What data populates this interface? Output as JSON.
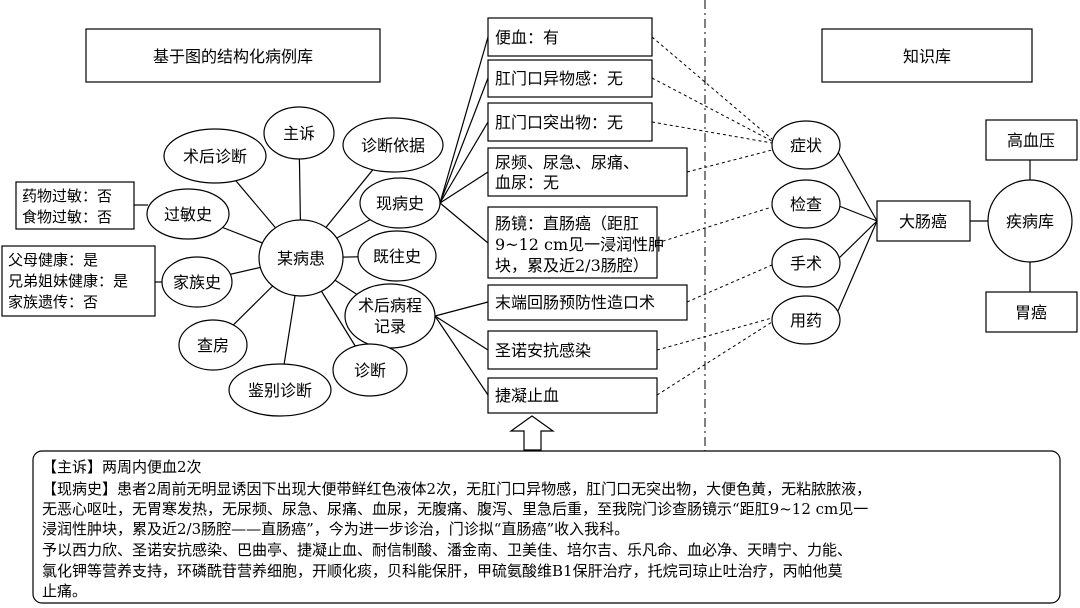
{
  "left_title": "基于图的结构化病例库",
  "right_title": "知识库",
  "center_node": "某病患",
  "satellites": {
    "chief_complaint": "主诉",
    "postop_diagnosis": "术后诊断",
    "diagnosis_basis": "诊断依据",
    "present_illness": "现病史",
    "allergy_history": "过敏史",
    "past_history": "既往史",
    "family_history": "家族史",
    "postop_record_line1": "术后病程",
    "postop_record_line2": "记录",
    "ward_round": "查房",
    "diagnosis": "诊断",
    "differential_diagnosis": "鉴别诊断"
  },
  "allergy_box": {
    "line1": "药物过敏：否",
    "line2": "食物过敏：否"
  },
  "family_box": {
    "line1": "父母健康：是",
    "line2": "兄弟姐妹健康：是",
    "line3": "家族遗传：否"
  },
  "attributes": {
    "blood_in_stool": "便血：有",
    "anal_foreign_body": "肛门口异物感：无",
    "anal_protrusion": "肛门口突出物：无",
    "urinary_line1": "尿频、尿急、尿痛、",
    "urinary_line2": "血尿：无",
    "colonoscopy_line1": "肠镜：直肠癌（距肛",
    "colonoscopy_line2": "9~12 cm见一浸润性肿",
    "colonoscopy_line3": "块，累及近2/3肠腔）",
    "surgery": "末端回肠预防性造口术",
    "drug1": "圣诺安抗感染",
    "drug2": "捷凝止血"
  },
  "knowledge": {
    "symptom": "症状",
    "exam": "检查",
    "surgery": "手术",
    "medication": "用药",
    "colorectal_cancer": "大肠癌",
    "disease_db": "疾病库",
    "hypertension": "高血压",
    "gastric_cancer": "胃癌"
  },
  "record_text": {
    "line1": "【主诉】两周内便血2次",
    "line2": "【现病史】患者2周前无明显诱因下出现大便带鲜红色液体2次，无肛门口异物感，肛门口无突出物，大便色黄，无粘脓脓液，",
    "line3": "无恶心呕吐，无胃寒发热，无尿频、尿急、尿痛、血尿，无腹痛、腹泻、里急后重，至我院门诊查肠镜示“距肛9~12 cm见一",
    "line4": "浸润性肿块，累及近2/3肠腔——直肠癌”，今为进一步诊治，门诊拟“直肠癌”收入我科。",
    "line5": "予以西力欣、圣诺安抗感染、巴曲亭、捷凝止血、耐信制酸、潘金南、卫美佳、培尔吉、乐凡命、血必净、天晴宁、力能、",
    "line6": "氯化钾等营养支持，环磷酰苷营养细胞，开顺化痰，贝科能保肝，甲硫氨酸维B1保肝治疗，托烷司琼止吐治疗，丙帕他莫",
    "line7": "止痛。"
  }
}
